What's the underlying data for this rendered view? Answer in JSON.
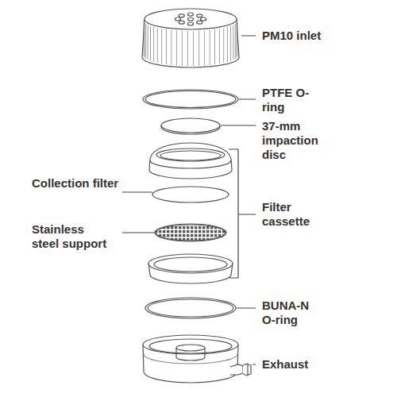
{
  "diagram": {
    "labels": [
      "PM10 inlet",
      "PTFE O-ring",
      "37-mm impaction disc",
      "Collection filter",
      "Stainless steel support",
      "Filter cassette",
      "BUNA-N O-ring",
      "Exhaust"
    ]
  }
}
